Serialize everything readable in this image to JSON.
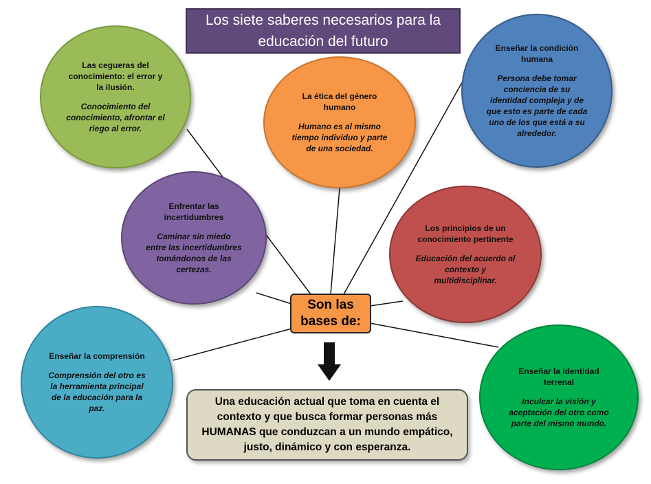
{
  "title": "Los siete saberes necesarios para la educación del futuro",
  "hub": "Son las bases de:",
  "conclusion": "Una educación actual que toma en cuenta el contexto y que busca formar personas más HUMANAS que conduzcan a un mundo empático, justo, dinámico y con esperanza.",
  "nodes": [
    {
      "id": "cegueras",
      "heading": "Las cegueras del conocimiento: el error y la ilusión.",
      "body": "Conocimiento del conocimiento, afrontar el riego al error.",
      "color": "#9bbb59"
    },
    {
      "id": "etica",
      "heading": "La ética del género humano",
      "body": "Humano es al mismo tiempo individuo y parte de una sociedad.",
      "color": "#f79646"
    },
    {
      "id": "condicion",
      "heading": "Enseñar la condición humana",
      "body": "Persona debe tomar conciencia de su identidad compleja y de que esto es parte de cada uno de los que está a su alrededor.",
      "color": "#4f81bd"
    },
    {
      "id": "incertidumbres",
      "heading": "Enfrentar las incertidumbres",
      "body": "Caminar sin miedo entre las incertidumbres tomándonos de las certezas.",
      "color": "#8064a2"
    },
    {
      "id": "principios",
      "heading": "Los principios de un conocimiento pertinente",
      "body": "Educación del acuerdo al contexto y multidisciplinar.",
      "color": "#c0504d"
    },
    {
      "id": "comprension",
      "heading": "Enseñar la comprensión",
      "body": "Comprensión del otro es la herramienta principal de la educación para la paz.",
      "color": "#4bacc6"
    },
    {
      "id": "terrenal",
      "heading": "Enseñar la identidad terrenal",
      "body": "Inculcar la visión y aceptación del otro como parte del mismo mundo.",
      "color": "#00b050"
    }
  ]
}
